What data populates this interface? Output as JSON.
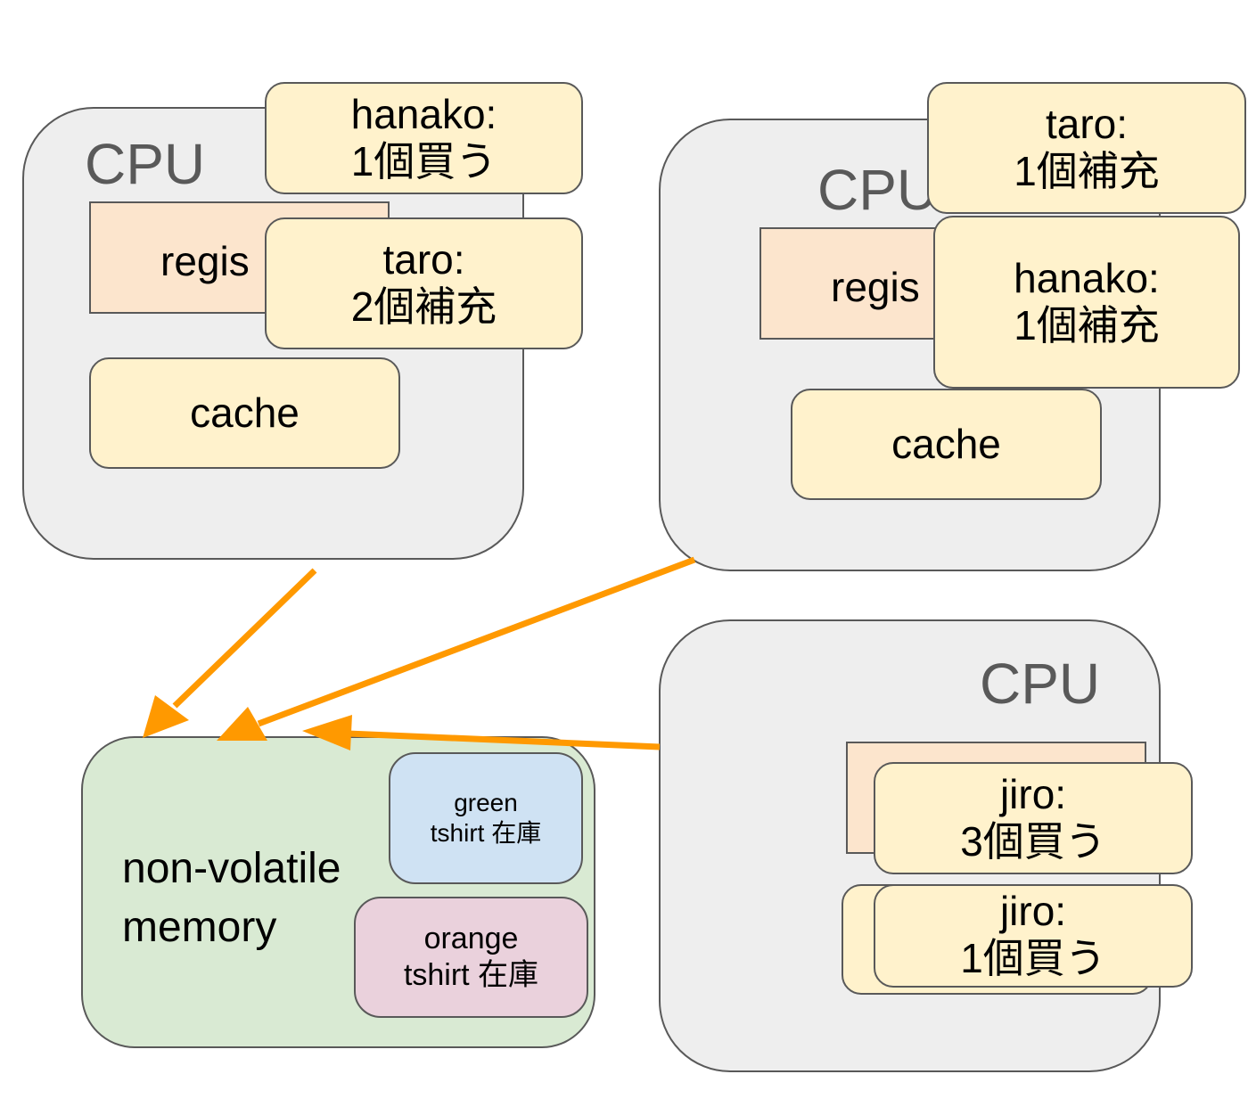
{
  "colors": {
    "cpu_fill": "#eeeeee",
    "register_fill": "#fce5cd",
    "note_fill": "#fff2cc",
    "memory_fill": "#d9ead3",
    "green_stock_fill": "#cfe2f3",
    "orange_stock_fill": "#ead1dc",
    "arrow": "#ff9900",
    "outline": "#595959"
  },
  "cpus": [
    {
      "label": "CPU",
      "register_label": "regis",
      "cache_label": "cache",
      "notes": [
        {
          "name": "hanako:",
          "action": "1個買う"
        },
        {
          "name": "taro:",
          "action": "2個補充"
        }
      ]
    },
    {
      "label": "CPU",
      "register_label": "regis",
      "cache_label": "cache",
      "notes": [
        {
          "name": "taro:",
          "action": "1個補充"
        },
        {
          "name": "hanako:",
          "action": "1個補充"
        }
      ]
    },
    {
      "label": "CPU",
      "notes": [
        {
          "name": "jiro:",
          "action": "3個買う"
        },
        {
          "name": "jiro:",
          "action": "1個買う"
        }
      ]
    }
  ],
  "memory": {
    "label_line1": "non-volatile",
    "label_line2": "memory",
    "stocks": [
      {
        "line1": "green",
        "line2": "tshirt 在庫"
      },
      {
        "line1": "orange",
        "line2": "tshirt 在庫"
      }
    ]
  },
  "arrows": [
    {
      "from": "cpu-1",
      "to": "non-volatile-memory"
    },
    {
      "from": "cpu-2",
      "to": "non-volatile-memory"
    },
    {
      "from": "cpu-3",
      "to": "non-volatile-memory"
    }
  ]
}
